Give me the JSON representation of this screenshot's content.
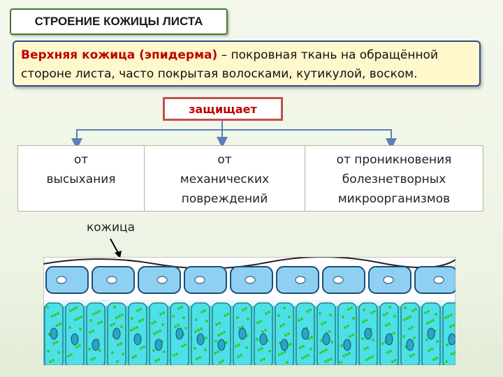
{
  "title": "СТРОЕНИЕ КОЖИЦЫ ЛИСТА",
  "definition": {
    "term": "Верхняя кожица (эпидерма)",
    "text": " – покровная ткань на обращённой стороне листа, часто покрытая волосками, кутикулой, воском."
  },
  "protects_label": "защищает",
  "columns": [
    {
      "text": "от\nвысыхания"
    },
    {
      "text": "от\nмеханических\nповреждений"
    },
    {
      "text": "от проникновения\nболезнетворных\nмикроорганизмов"
    }
  ],
  "skin_label": "кожица",
  "colors": {
    "title_border": "#3d7a2a",
    "definition_bg": "#fff8cc",
    "definition_border": "#2d4d8a",
    "term": "#c00000",
    "protects_border": "#c0504d",
    "arrow": "#5b7fb8",
    "epidermis_cell": "#8fd0f2",
    "mesophyll": "#4de0e8",
    "chloroplast": "#33cc33"
  }
}
